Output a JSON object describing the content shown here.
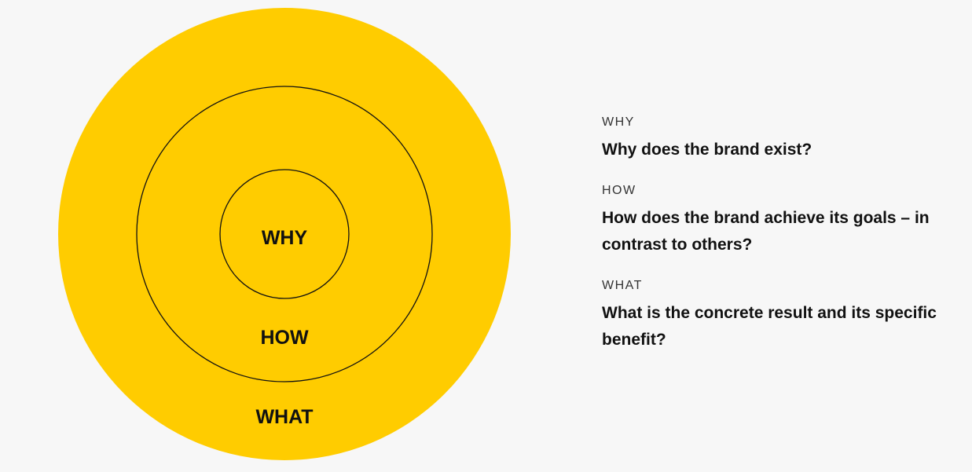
{
  "diagram": {
    "colors": {
      "background": "#f7f7f7",
      "fill": "#ffcc00",
      "stroke": "#111111",
      "text": "#111111"
    },
    "rings": [
      {
        "label": "WHAT"
      },
      {
        "label": "HOW"
      },
      {
        "label": "WHY"
      }
    ]
  },
  "legend": [
    {
      "tag": "WHY",
      "question": "Why does the brand exist?"
    },
    {
      "tag": "HOW",
      "question": "How does the brand achieve its goals – in contrast to others?"
    },
    {
      "tag": "WHAT",
      "question": "What is the concrete result and its specific benefit?"
    }
  ]
}
